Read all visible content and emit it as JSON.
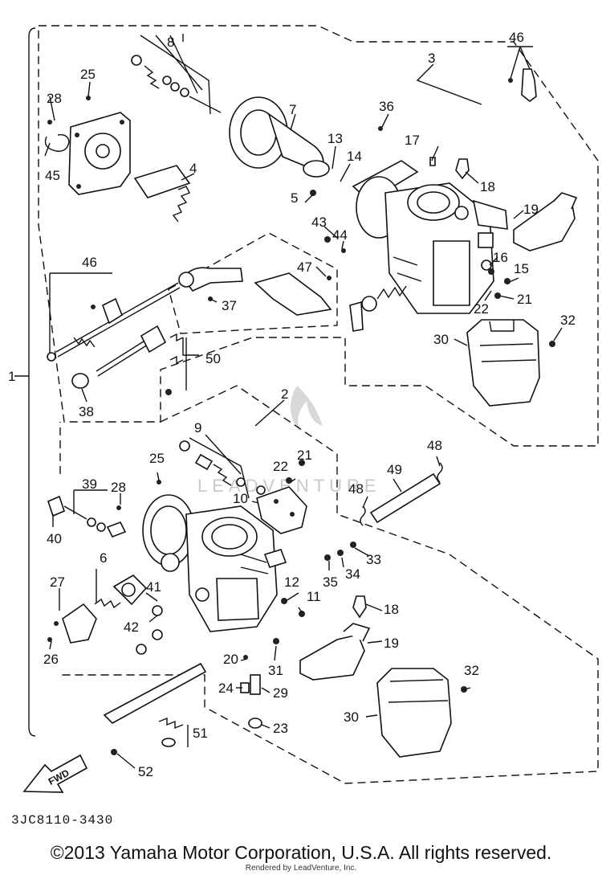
{
  "diagram_code": "3JC8110-3430",
  "copyright": "©2013 Yamaha Motor Corporation, U.S.A. All rights reserved.",
  "rendered_by": "Rendered by LeadVenture, Inc.",
  "watermark": "LEADVENTURE",
  "fwd_label": "FWD",
  "callouts": {
    "c1": "1",
    "c2": "2",
    "c3": "3",
    "c4": "4",
    "c5": "5",
    "c6": "6",
    "c7": "7",
    "c8": "8",
    "c9": "9",
    "c10": "10",
    "c11": "11",
    "c12": "12",
    "c13": "13",
    "c14": "14",
    "c15": "15",
    "c16": "16",
    "c17": "17",
    "c18": "18",
    "c19": "19",
    "c20": "20",
    "c21": "21",
    "c22": "22",
    "c23": "23",
    "c24": "24",
    "c25": "25",
    "c26": "26",
    "c27": "27",
    "c28": "28",
    "c29": "29",
    "c30": "30",
    "c31": "31",
    "c32": "32",
    "c33": "33",
    "c34": "34",
    "c35": "35",
    "c36": "36",
    "c37": "37",
    "c38": "38",
    "c39": "39",
    "c40": "40",
    "c41": "41",
    "c42": "42",
    "c43": "43",
    "c44": "44",
    "c45": "45",
    "c46": "46",
    "c47": "47",
    "c48": "48",
    "c49": "49",
    "c50": "50",
    "c51": "51",
    "c52": "52"
  }
}
